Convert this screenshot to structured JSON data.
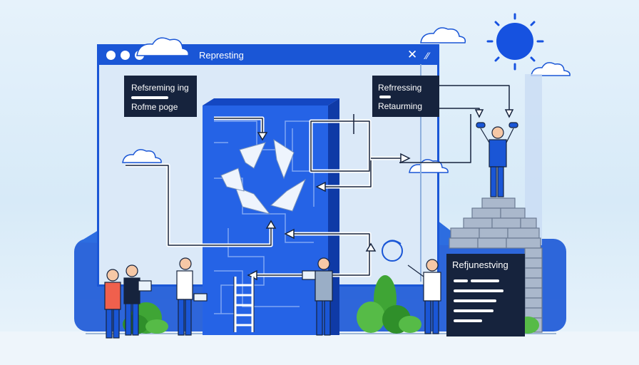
{
  "window": {
    "title": "Represting",
    "close_icon": "close-icon",
    "refresh_icon": "refresh-icon",
    "close_glyph": "✕",
    "refresh_glyph": "⁄⁄"
  },
  "panel_left": {
    "line1": "Refsreming ing",
    "line2": "Rofme poge"
  },
  "panel_right": {
    "line1": "Refrressing",
    "line2": "Retaurming"
  },
  "panel_bottom": {
    "title": "Refjunestving"
  },
  "colors": {
    "primary": "#1a56d6",
    "dark": "#16233d",
    "sky": "#d7eaf8",
    "sun": "#1652e0",
    "green": "#3fa535",
    "orange_shirt": "#f0604d"
  }
}
